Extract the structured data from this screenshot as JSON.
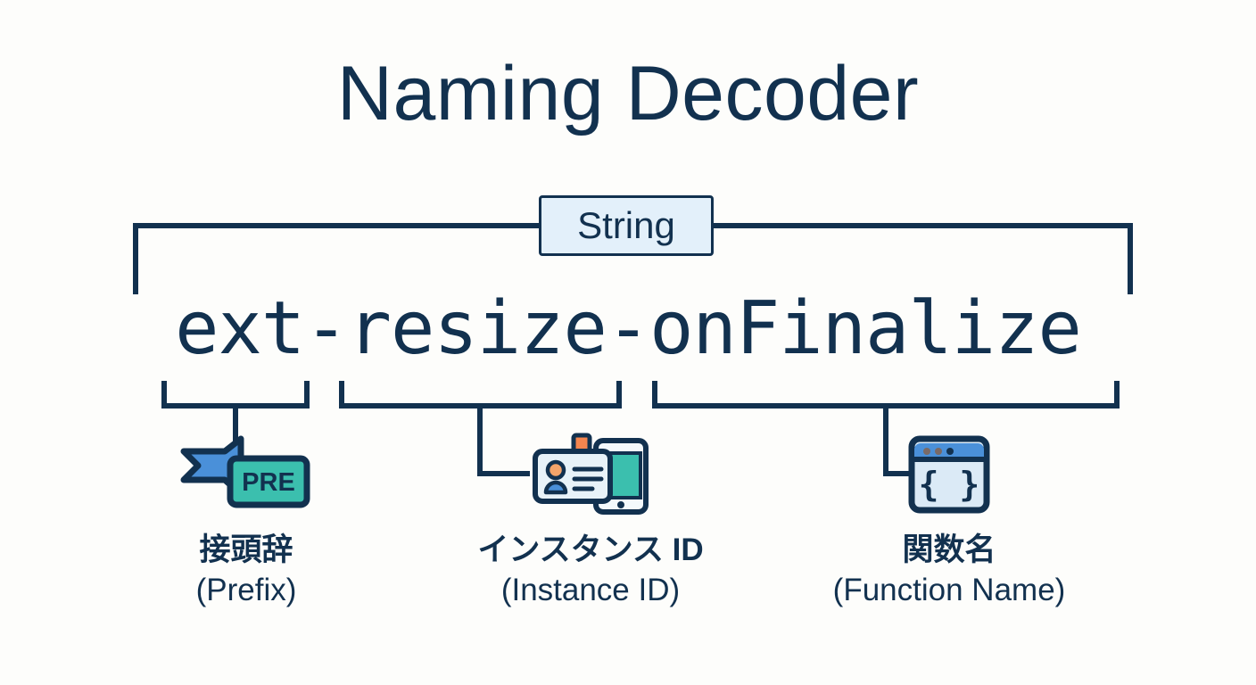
{
  "page": {
    "title": "Naming Decoder",
    "background_color": "#fdfdfb",
    "ink_color": "#12314f"
  },
  "string_chip": {
    "label": "String",
    "fill_color": "#e3f0fa",
    "border_color": "#12314f"
  },
  "code": {
    "full_string": "ext-resize-onFinalize",
    "parts": {
      "prefix": "ext",
      "separator_1": "-",
      "instance_id": "resize",
      "separator_2": "-",
      "function_name": "onFinalize"
    }
  },
  "segments": [
    {
      "key": "prefix",
      "icon": "prefix-tag-icon",
      "icon_text": "PRE",
      "label_ja": "接頭辞",
      "label_en": "(Prefix)",
      "icon_colors": {
        "banner": "#4a90d9",
        "tag": "#3bbfae",
        "outline": "#12314f"
      }
    },
    {
      "key": "instance-id",
      "icon": "id-card-icon",
      "label_ja": "インスタンス ID",
      "label_en": "(Instance ID)",
      "icon_colors": {
        "card": "#e8f2f8",
        "clip": "#f4854f",
        "avatar_head": "#f4a46a",
        "avatar_body": "#4a90d9",
        "device": "#3bbfae",
        "outline": "#12314f"
      }
    },
    {
      "key": "function-name",
      "icon": "code-window-icon",
      "icon_text": "{ }",
      "label_ja": "関数名",
      "label_en": "(Function Name)",
      "icon_colors": {
        "titlebar": "#4a90d9",
        "body": "#dbeaf6",
        "outline": "#12314f"
      }
    }
  ]
}
